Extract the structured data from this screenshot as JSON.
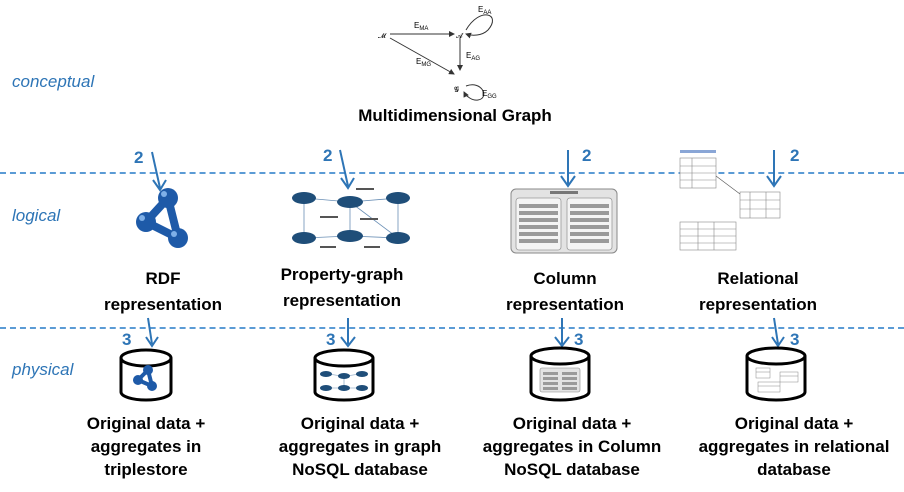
{
  "layers": {
    "conceptual": "conceptual",
    "logical": "logical",
    "physical": "physical"
  },
  "conceptual_graph": {
    "title": "Multidimensional Graph",
    "nodes": {
      "m": "𝓜",
      "a": "𝓐",
      "g": "𝓖"
    },
    "edges": {
      "ema": "E",
      "ema_sub": "MA",
      "eaa": "E",
      "eaa_sub": "AA",
      "eag": "E",
      "eag_sub": "AG",
      "emg": "E",
      "emg_sub": "MG",
      "egg": "E",
      "egg_sub": "GG"
    }
  },
  "step_numbers": {
    "logical": "2",
    "physical": "3"
  },
  "columns": [
    {
      "key": "rdf",
      "logical_lines": [
        "RDF",
        "representation"
      ],
      "icon": "rdf-network-icon",
      "physical_lines": [
        "Original  data +",
        "aggregates in",
        "triplestore"
      ]
    },
    {
      "key": "property-graph",
      "logical_lines": [
        "Property-graph",
        "representation"
      ],
      "icon": "property-graph-thumbnail",
      "physical_lines": [
        "Original data +",
        "aggregates in graph",
        "NoSQL database"
      ]
    },
    {
      "key": "column",
      "logical_lines": [
        "Column",
        "representation"
      ],
      "icon": "column-family-thumbnail",
      "physical_lines": [
        "Original data +",
        "aggregates in Column",
        "NoSQL database"
      ]
    },
    {
      "key": "relational",
      "logical_lines": [
        "Relational",
        "representation"
      ],
      "icon": "relational-tables-thumbnail",
      "physical_lines": [
        "Original data +",
        "aggregates in relational",
        "database"
      ]
    }
  ],
  "colors": {
    "accent": "#2e75b6",
    "dash": "#5b9bd5",
    "node_dark": "#1f4e79",
    "rdf_blue": "#1e5aa8"
  }
}
